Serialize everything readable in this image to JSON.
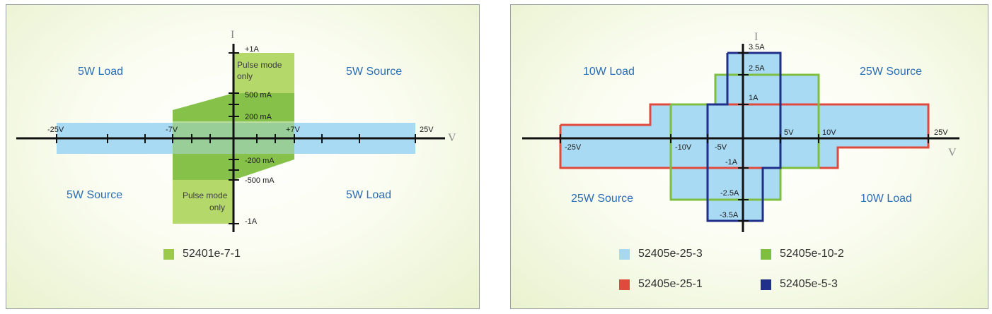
{
  "left": {
    "axis_v": "V",
    "axis_i": "I",
    "quadrants": [
      "5W Load",
      "5W Source",
      "5W Source",
      "5W Load"
    ],
    "v_ticks": [
      "-25V",
      "-7V",
      "+7V",
      "25V"
    ],
    "i_ticks": [
      "+1A",
      "500 mA",
      "200 mA",
      "-200 mA",
      "-500 mA",
      "-1A"
    ],
    "pulse_top": [
      "Pulse mode",
      "only"
    ],
    "pulse_bottom": [
      "Pulse mode",
      "only"
    ],
    "legend": [
      {
        "label": "52401e-7-1",
        "color": "#9cc94a"
      }
    ]
  },
  "right": {
    "axis_v": "V",
    "axis_i": "I",
    "quadrants": [
      "10W Load",
      "25W Source",
      "25W Source",
      "10W Load"
    ],
    "v_ticks": [
      "-25V",
      "-10V",
      "-5V",
      "5V",
      "10V",
      "25V"
    ],
    "i_ticks": [
      "3.5A",
      "2.5A",
      "1A",
      "-1A",
      "-2.5A",
      "-3.5A"
    ],
    "legend": [
      {
        "label": "52405e-25-3",
        "color": "#a8d8f0"
      },
      {
        "label": "52405e-10-2",
        "color": "#7fbf3f"
      },
      {
        "label": "52405e-25-1",
        "color": "#e04a3c"
      },
      {
        "label": "52405e-5-3",
        "color": "#1f2f8a"
      }
    ]
  }
}
